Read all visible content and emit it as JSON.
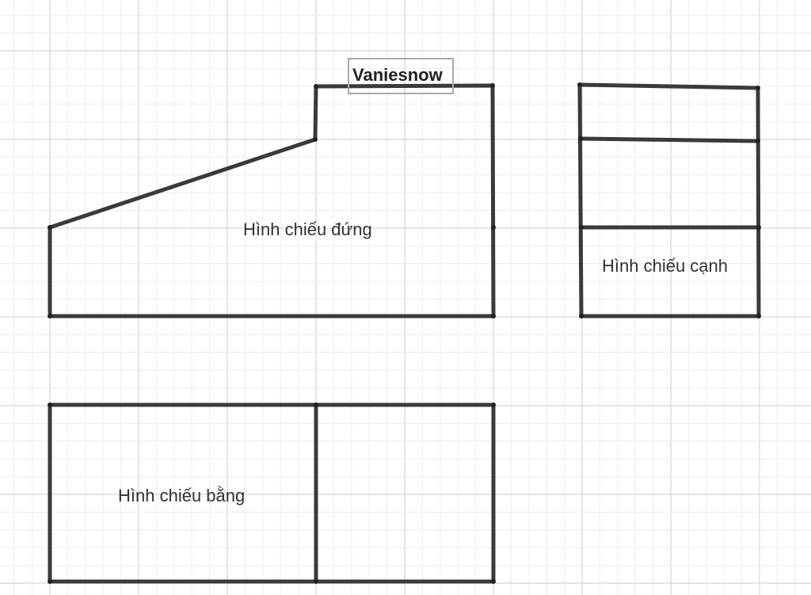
{
  "watermark": "Vaniesnow",
  "labels": {
    "front_view": "Hình chiếu đứng",
    "side_view": "Hình chiếu cạnh",
    "top_view": "Hình chiếu bằng"
  },
  "colors": {
    "edge": "#3a3a3a",
    "grid_major": "#cccccc",
    "grid_minor": "#ececec",
    "background": "#ffffff"
  }
}
